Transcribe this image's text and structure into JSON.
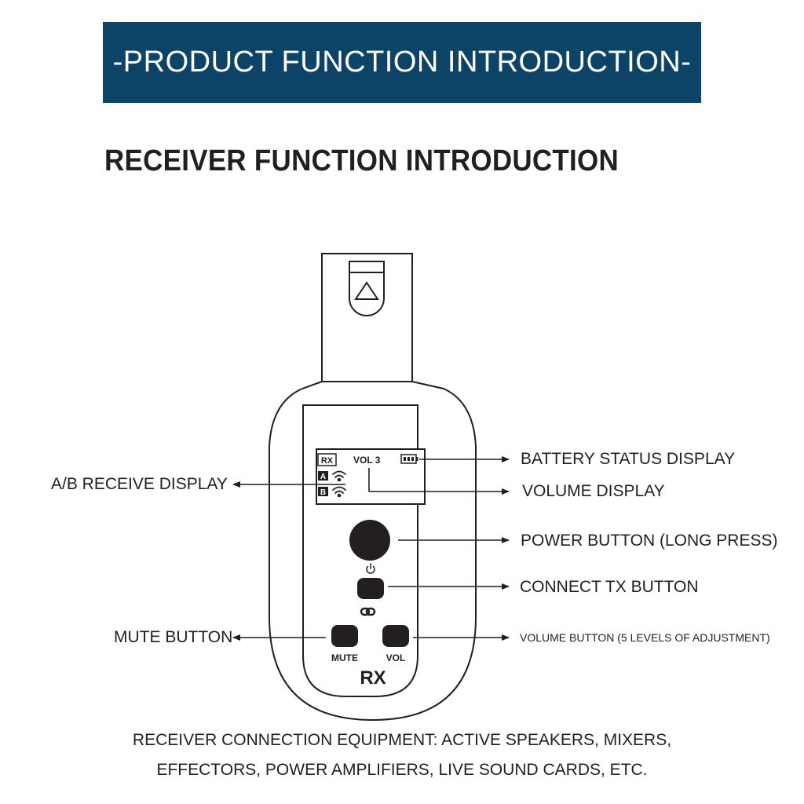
{
  "banner": {
    "title": "-PRODUCT FUNCTION INTRODUCTION-"
  },
  "section": {
    "title": "RECEIVER FUNCTION INTRODUCTION"
  },
  "device": {
    "screen": {
      "mode_badge": "RX",
      "channel_a": "A",
      "channel_b": "B",
      "volume_text": "VOL 3"
    },
    "mute_label": "MUTE",
    "vol_label": "VOL",
    "body_label": "RX"
  },
  "callouts": {
    "ab_receive": "A/B RECEIVE DISPLAY",
    "battery": "BATTERY STATUS DISPLAY",
    "volume_display": "VOLUME DISPLAY",
    "power_button": "POWER BUTTON (LONG PRESS)",
    "connect_button": "CONNECT TX BUTTON",
    "mute_button": "MUTE BUTTON",
    "volume_button": "VOLUME BUTTON (5 LEVELS OF ADJUSTMENT)"
  },
  "footer": {
    "line1": "RECEIVER CONNECTION EQUIPMENT: ACTIVE SPEAKERS, MIXERS,",
    "line2": "EFFECTORS, POWER AMPLIFIERS, LIVE SOUND CARDS, ETC."
  }
}
